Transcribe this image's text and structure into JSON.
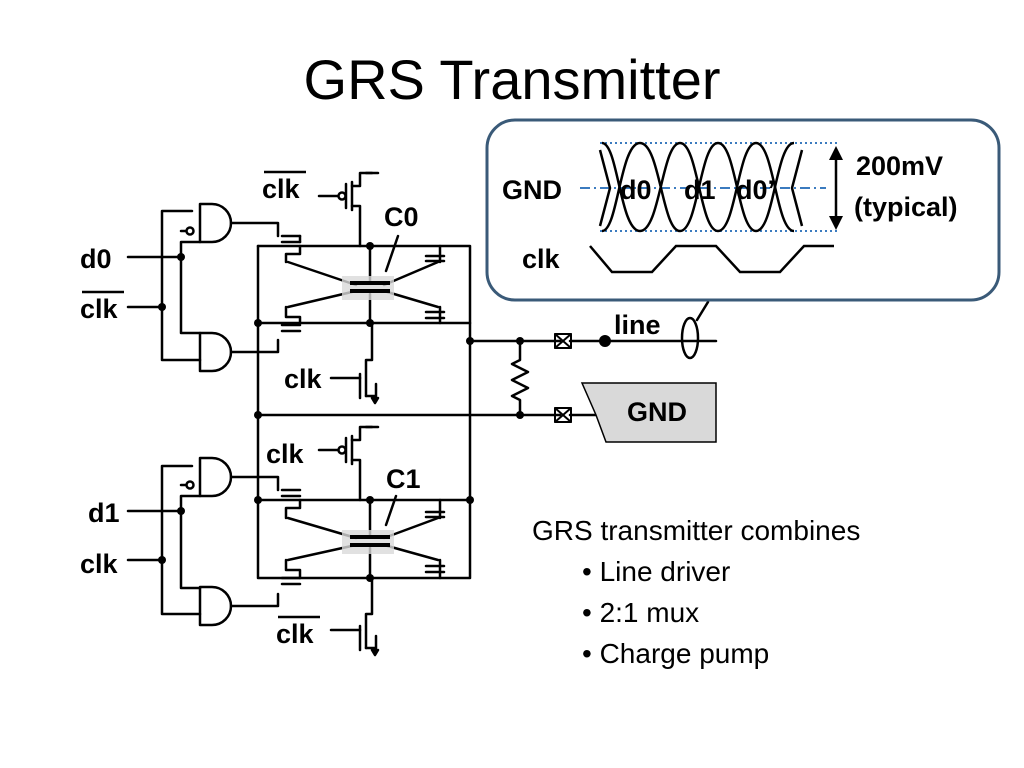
{
  "slide": {
    "title": "GRS Transmitter"
  },
  "schematic": {
    "labels": {
      "clk_bar_top1": "clk",
      "c0": "C0",
      "d0": "d0",
      "clk_bar_in0": "clk",
      "clk_mid1": "clk",
      "line": "line",
      "gnd_pad": "GND",
      "clk_top2": "clk",
      "c1": "C1",
      "d1": "d1",
      "clk_in1": "clk",
      "clk_bar_bot": "clk"
    }
  },
  "inset": {
    "gnd": "GND",
    "eye_d0": "d0",
    "eye_d1": "d1",
    "eye_d0p": "d0’",
    "swing": "200mV",
    "swing_note": "(typical)",
    "clk": "clk"
  },
  "body": {
    "intro": "GRS transmitter combines",
    "bullets": [
      "• Line driver",
      "• 2:1 mux",
      "• Charge pump"
    ]
  },
  "colors": {
    "inset_border": "#3a5a78",
    "dotted_line": "#3b7bbf",
    "pad_fill": "#d9d9d9"
  }
}
